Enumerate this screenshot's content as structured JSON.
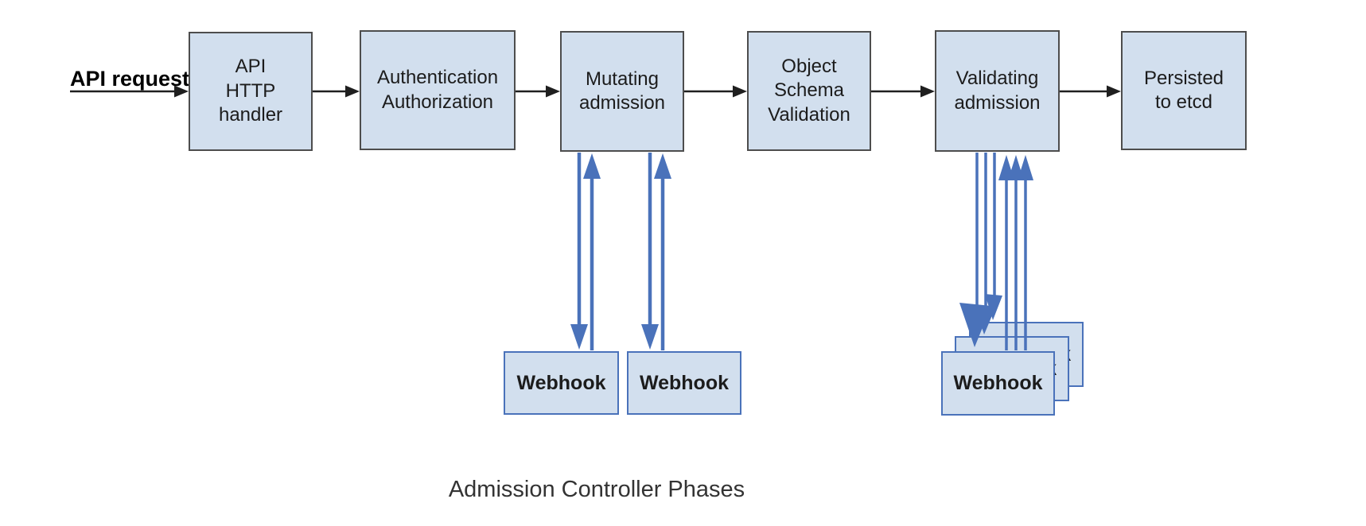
{
  "caption": "Admission Controller Phases",
  "api_request_label": "API request",
  "phases": [
    {
      "id": "api-http-handler",
      "label": "API\nHTTP\nhandler"
    },
    {
      "id": "authentication-authorization",
      "label": "Authentication\nAuthorization"
    },
    {
      "id": "mutating-admission",
      "label": "Mutating\nadmission"
    },
    {
      "id": "object-schema-validation",
      "label": "Object\nSchema\nValidation"
    },
    {
      "id": "validating-admission",
      "label": "Validating\nadmission"
    },
    {
      "id": "persisted-to-etcd",
      "label": "Persisted\nto etcd"
    }
  ],
  "webhooks": {
    "mutating": [
      {
        "label": "Webhook"
      },
      {
        "label": "Webhook"
      }
    ],
    "validating_stack": [
      {
        "label": "Webhook"
      },
      {
        "label": "Webhook"
      },
      {
        "label": "Webhook"
      }
    ]
  },
  "colors": {
    "box_fill": "#d2dfee",
    "box_border": "#4d4d4d",
    "webhook_border": "#4a72ba",
    "arrow_black": "#1f1f1f",
    "arrow_blue": "#4a72ba",
    "caption_color": "#333333"
  }
}
